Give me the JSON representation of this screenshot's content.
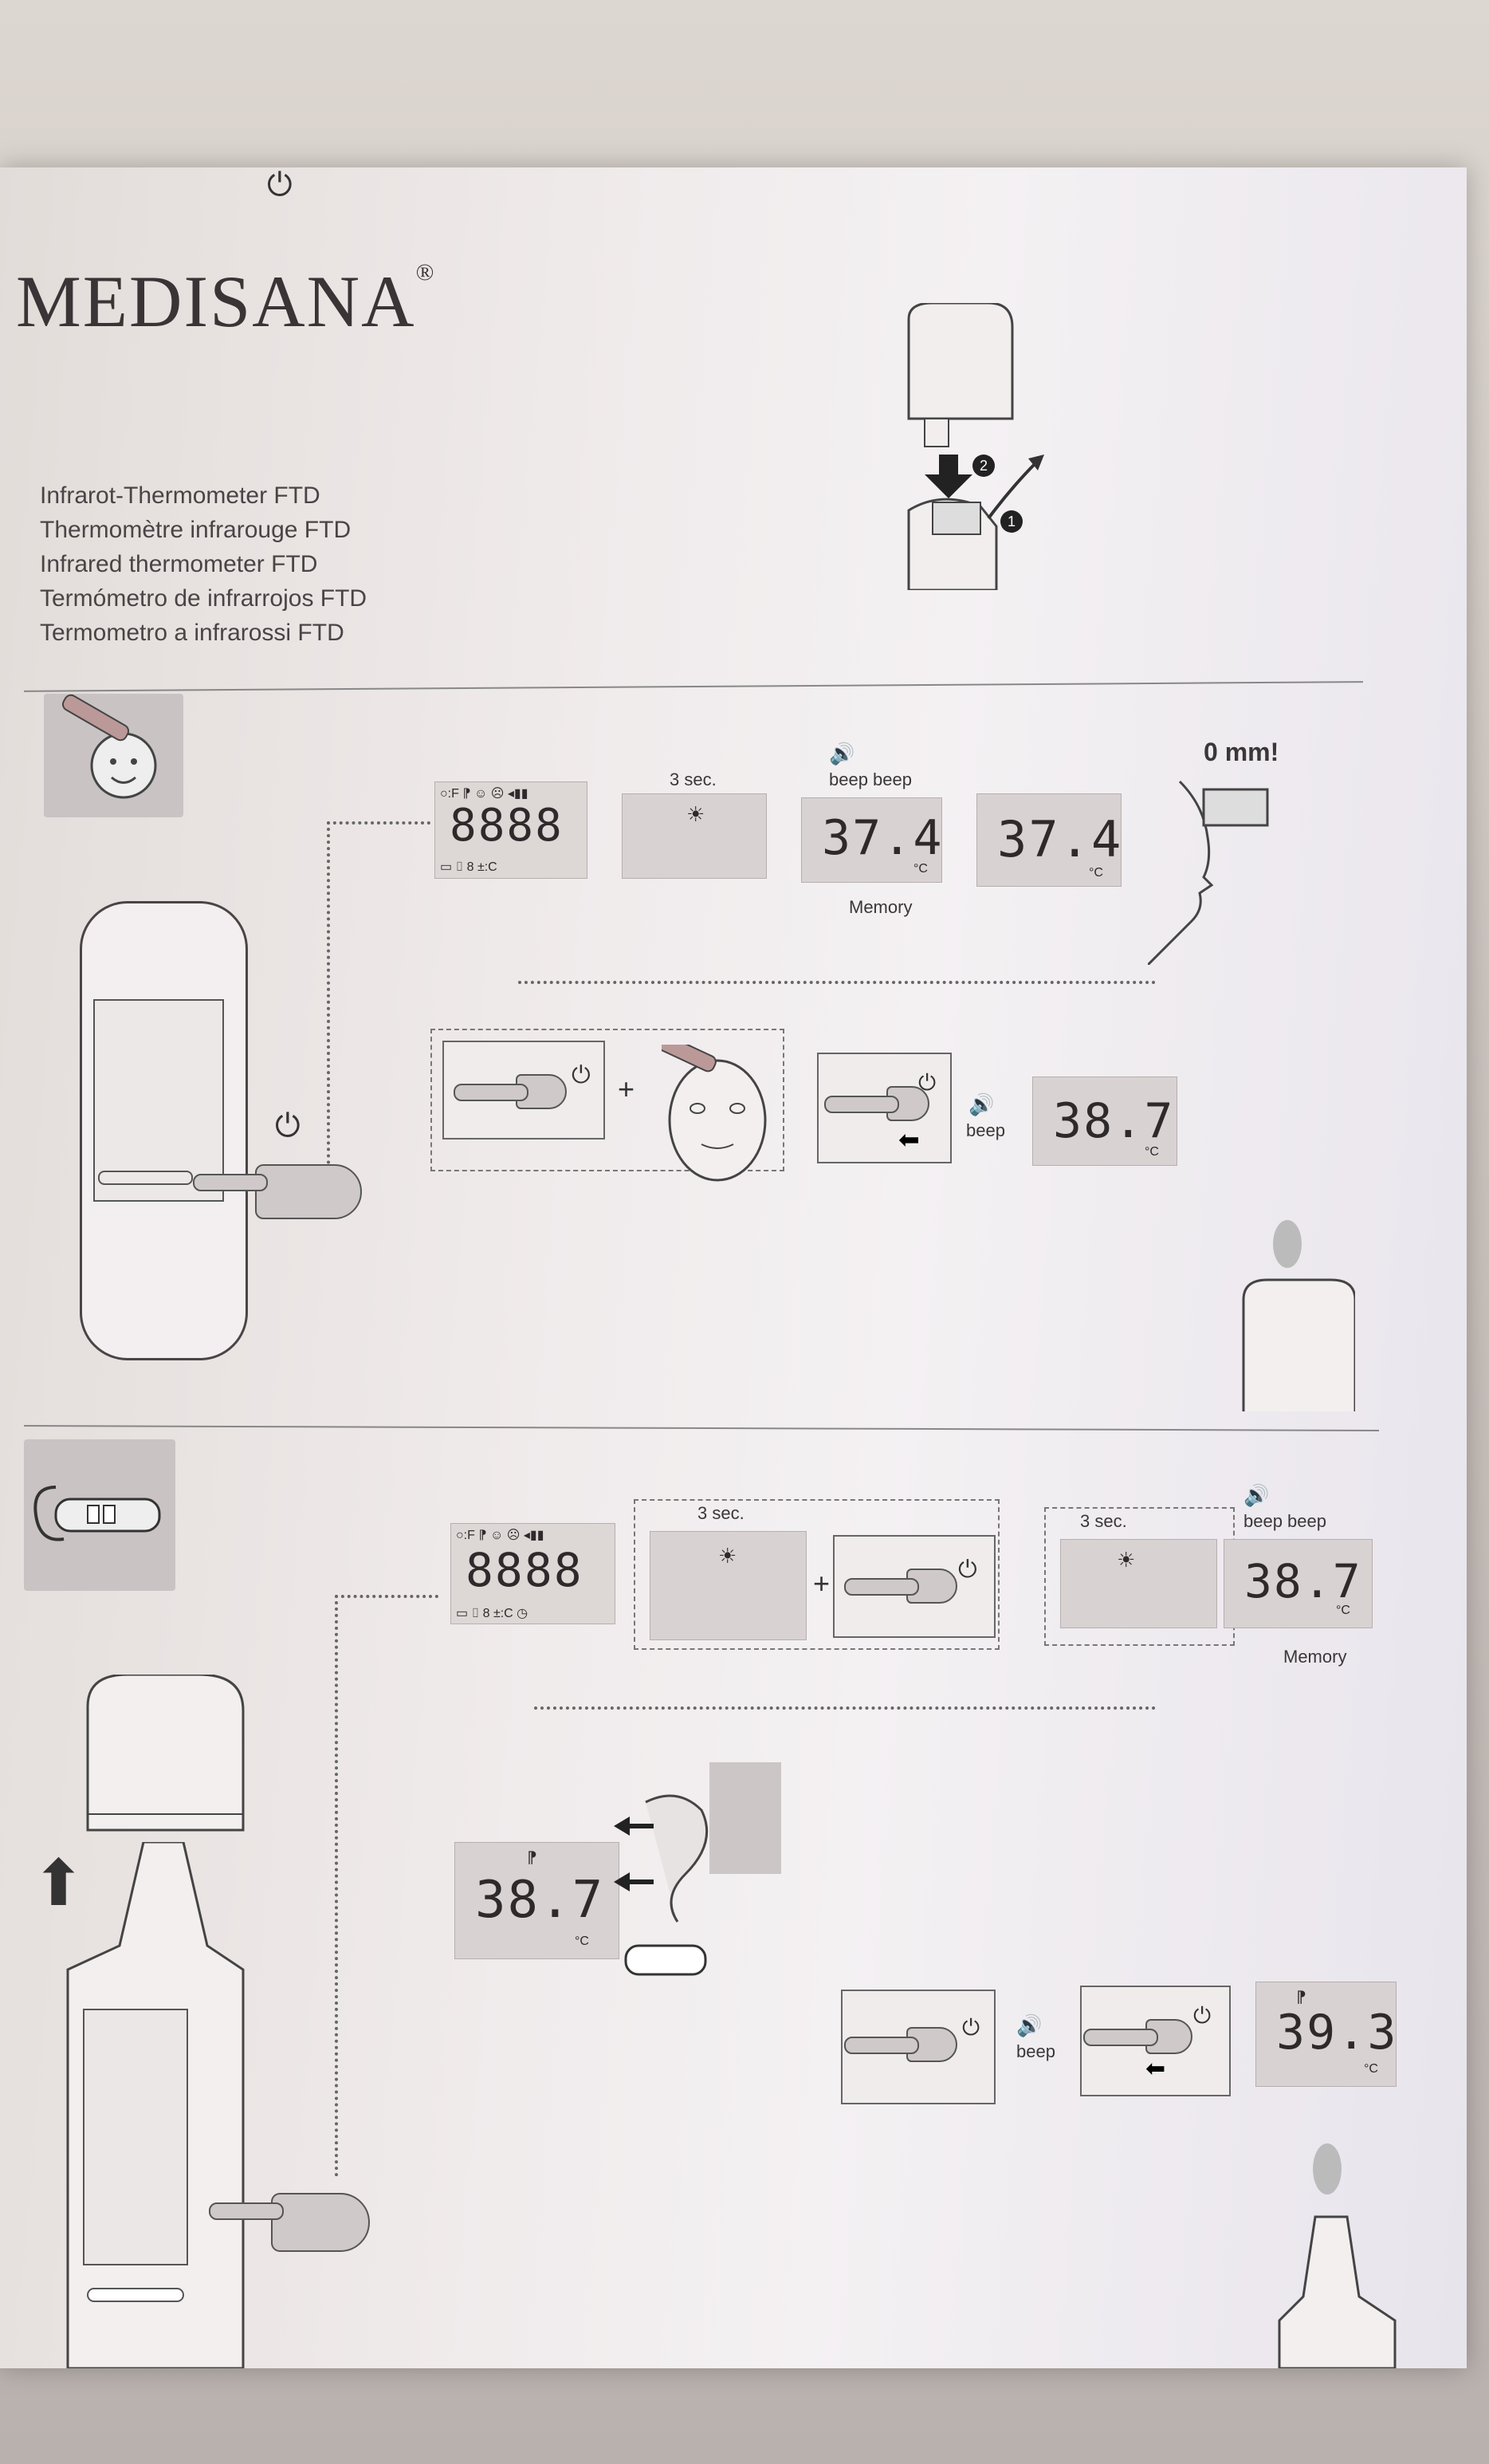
{
  "brand": "MEDISANA",
  "registered": "®",
  "titles": [
    "Infrarot-Thermometer FTD",
    "Thermomètre infrarouge FTD",
    "Infrared thermometer FTD",
    "Termómetro de infrarrojos FTD",
    "Termometro a infrarossi FTD"
  ],
  "cap_steps": {
    "step1": "1",
    "step2": "2"
  },
  "forehead": {
    "lcd_all": "8888",
    "lcd_icons_top": "○:F ⁋ ☺ ☹ ◂▮▮",
    "lcd_icons_bottom": "▭ ⌷ 8 ±:C",
    "wait_label": "3 sec.",
    "beep_label": "beep beep",
    "reading1": "37.4",
    "reading2": "37.4",
    "unit": "°C",
    "memory_label": "Memory",
    "distance_label": "0 mm!",
    "beep_single": "beep",
    "reading3": "38.7"
  },
  "ear": {
    "lcd_all": "8888",
    "lcd_icons_top": "○:F ⁋ ☺ ☹ ◂▮▮",
    "lcd_icons_bottom": "▭ ⌷ 8 ±:C ◷",
    "wait_label1": "3 sec.",
    "wait_label2": "3 sec.",
    "beep_label": "beep beep",
    "reading1": "38.7",
    "memory_label": "Memory",
    "reading2": "38.7",
    "beep_single": "beep",
    "reading3": "39.3",
    "unit": "°C"
  },
  "icons": {
    "power": "⏻",
    "speaker": "🔊",
    "sun": "☀",
    "ear": "⁋",
    "smile": "☺",
    "up_arrow": "⬆",
    "left_arrow": "⬅"
  }
}
